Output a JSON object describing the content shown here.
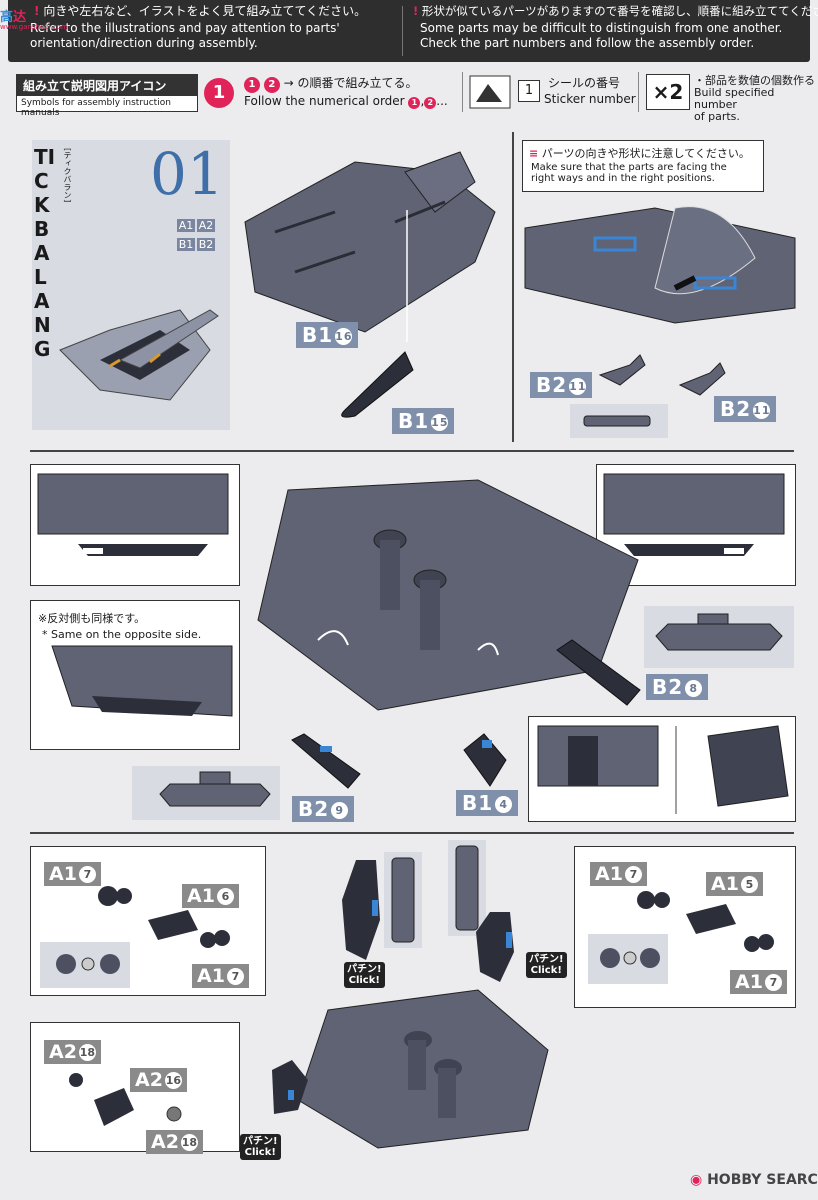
{
  "header": {
    "left_jp": "向きや左右など、イラストをよく見て組み立ててください。",
    "left_en_1": "Refer to the illustrations and pay attention to parts'",
    "left_en_2": "orientation/direction during assembly.",
    "right_jp": "形状が似ているパーツがありますので番号を確認し、順番に組み立ててください。",
    "right_en_1": "Some parts may be difficult to distinguish from one another.",
    "right_en_2": "Check the part numbers and follow the assembly order."
  },
  "symbols": {
    "title_jp": "組み立て説明図用アイコン",
    "title_en": "Symbols for assembly instruction manuals",
    "order_num": "1",
    "order_jp": "→ の順番で組み立てる。",
    "order_en": "Follow the numerical order",
    "order_en_suffix": "...",
    "sticker_box": "1",
    "sticker_jp": "シールの番号",
    "sticker_en": "Sticker number",
    "multiply": "×2",
    "build_jp": "・部品を数値の個数作る",
    "build_en_1": "Build specified number",
    "build_en_2": "of parts."
  },
  "step": {
    "number": "01",
    "name_ruby": "[ティクバラン]",
    "name": "TICKBALANG",
    "runners": [
      "A1",
      "A2",
      "B1",
      "B2"
    ]
  },
  "note_orientation": {
    "jp": "パーツの向きや形状に注意してください。",
    "en_1": "Make sure that the parts are facing the",
    "en_2": "right ways and in the right positions."
  },
  "note_opposite": {
    "jp": "※反対側も同様です。",
    "en": "* Same on the opposite side."
  },
  "parts": {
    "b1_16": {
      "runner": "B1",
      "num": "16"
    },
    "b1_15": {
      "runner": "B1",
      "num": "15"
    },
    "b2_11a": {
      "runner": "B2",
      "num": "11"
    },
    "b2_11b": {
      "runner": "B2",
      "num": "11"
    },
    "b2_8": {
      "runner": "B2",
      "num": "8"
    },
    "b2_9": {
      "runner": "B2",
      "num": "9"
    },
    "b1_4": {
      "runner": "B1",
      "num": "4"
    },
    "a1_7a": {
      "runner": "A1",
      "num": "7"
    },
    "a1_6": {
      "runner": "A1",
      "num": "6"
    },
    "a1_7b": {
      "runner": "A1",
      "num": "7"
    },
    "a1_7c": {
      "runner": "A1",
      "num": "7"
    },
    "a1_5": {
      "runner": "A1",
      "num": "5"
    },
    "a1_7d": {
      "runner": "A1",
      "num": "7"
    },
    "a2_18a": {
      "runner": "A2",
      "num": "18"
    },
    "a2_16": {
      "runner": "A2",
      "num": "16"
    },
    "a2_18b": {
      "runner": "A2",
      "num": "18"
    }
  },
  "click": {
    "jp": "パチン!",
    "en": "Click!"
  },
  "footer": {
    "brand": "HOBBY SEARCH"
  },
  "watermark": {
    "text": "www.ganshobi.com"
  },
  "colors": {
    "accent": "#e0245a",
    "part_grey": "#5f6374",
    "label_blue": "#8090aa",
    "panel": "#d9dbe2",
    "clear_blue": "#3a86d6"
  }
}
